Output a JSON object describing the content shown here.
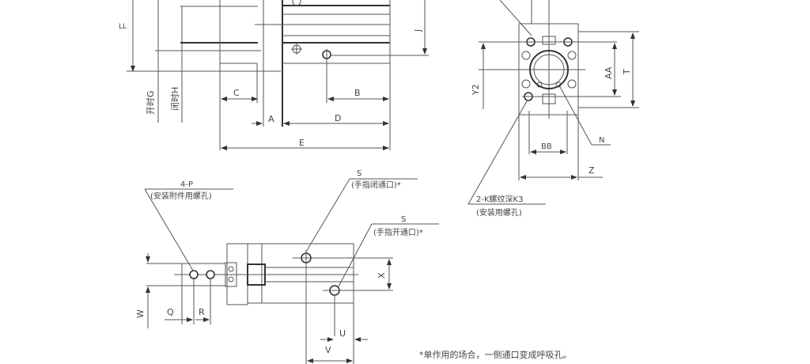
{
  "top_view": {
    "ll": "LL",
    "open_g": "开时G",
    "closed_h": "闭时H",
    "c": "C",
    "a": "A",
    "d": "D",
    "b": "B",
    "e": "E",
    "j": "J"
  },
  "end_view": {
    "y2": "Y2",
    "aa": "AA",
    "t": "T",
    "n": "N",
    "bb": "BB",
    "z": "Z",
    "k_label": "2-K螺纹深K3",
    "k_note": "(安装用螺孔)"
  },
  "side_view": {
    "p_label": "4-P",
    "p_note": "(安装附件用螺孔)",
    "s_close": "S",
    "s_close_note": "(手指闭通口)*",
    "s_open": "S",
    "s_open_note": "(手指开通口)*",
    "x": "X",
    "w": "W",
    "q": "Q",
    "r": "R",
    "u": "U",
    "v": "V"
  },
  "footnote": "*单作用的场合，一侧通口变成呼吸孔。"
}
